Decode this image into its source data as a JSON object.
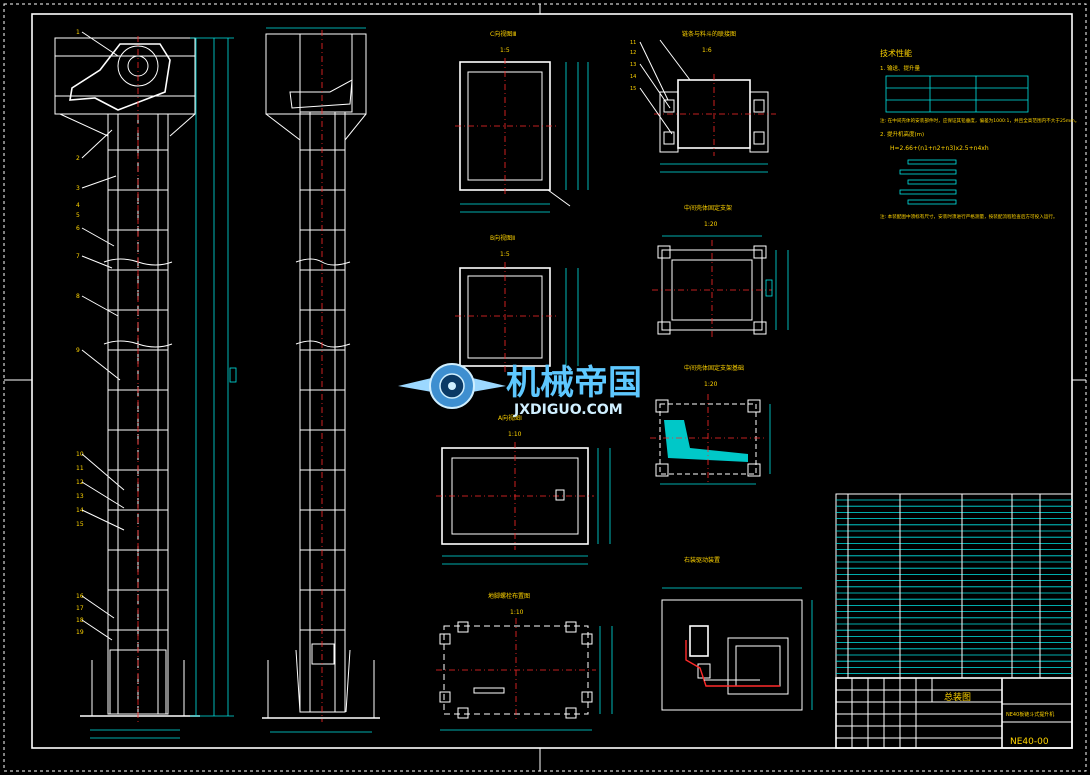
{
  "views": {
    "c_view": {
      "title": "C向视图Ⅲ",
      "scale": "1:5"
    },
    "b_view": {
      "title": "B向视图Ⅱ",
      "scale": "1:5"
    },
    "a_view": {
      "title": "A向视图Ⅰ",
      "scale": "1:10"
    },
    "chain_view": {
      "title": "链条与料斗的联接图",
      "scale": "1:6"
    },
    "mid_support": {
      "title": "中间壳体固定支架",
      "scale": "1:20"
    },
    "mid_support_base": {
      "title": "中间壳体固定支架基础",
      "scale": "1:20"
    },
    "bolt_layout": {
      "title": "地脚螺栓布置图",
      "scale": "1:10"
    },
    "drive_layout": {
      "title": "右装驱动装置"
    }
  },
  "tech": {
    "title": "技术性能",
    "item1": "1. 输送、提升量",
    "note1": "注: 在中间壳体的安装部件时，应保证其铅垂度，偏差为1000:1，并且全高范围内不大于25mm。",
    "item2": "2. 提升机高度(m)",
    "formula": "H=2.66+(n1+n2+n3)x2.5+n4xh",
    "note2": "注: 本装配图中须标有尺寸，安装时须进行严格测量，按装配流程检查后方可投入运行。"
  },
  "title_block": {
    "drawing_name": "总装图",
    "product": "NE40板链斗式提升机",
    "drawing_no": "NE40-00"
  },
  "part_numbers": {
    "left": [
      "1",
      "2",
      "3",
      "4",
      "5",
      "6",
      "7",
      "8",
      "9",
      "10",
      "11",
      "12",
      "13",
      "14",
      "15",
      "16",
      "17",
      "18",
      "19"
    ],
    "chain": [
      "11",
      "12",
      "13",
      "14",
      "15"
    ]
  },
  "watermark": {
    "main": "机械帝国",
    "sub": "JXDIGUO.COM"
  },
  "colors": {
    "background": "#000000",
    "lines": "#ffffff",
    "centerlines": "#ff2a2a",
    "dimensions": "#00e5e5",
    "text": "#ffd400",
    "watermark": "#5ec8ff"
  }
}
